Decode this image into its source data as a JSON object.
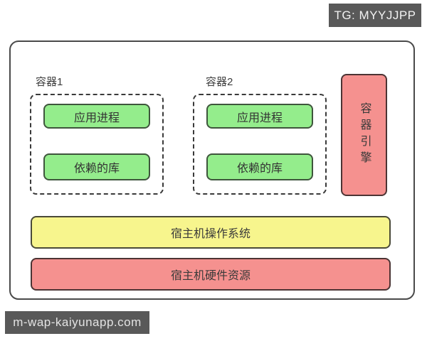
{
  "badges": {
    "tg": {
      "label": "TG: MYYJJPP",
      "bg": "#595959",
      "color": "#f2f2f2"
    },
    "watermark": {
      "label": "m-wap-kaiyunapp.com",
      "bg": "#595959",
      "color": "#e3e3e3"
    }
  },
  "diagram": {
    "title_hint": "container architecture stack",
    "containers": [
      {
        "label": "容器1",
        "boxes": [
          {
            "label": "应用进程"
          },
          {
            "label": "依赖的库"
          }
        ]
      },
      {
        "label": "容器2",
        "boxes": [
          {
            "label": "应用进程"
          },
          {
            "label": "依赖的库"
          }
        ]
      }
    ],
    "engine": {
      "label": "容器引擎",
      "color": "#f5918f"
    },
    "host_os": {
      "label": "宿主机操作系统",
      "color": "#f7f58d"
    },
    "host_hw": {
      "label": "宿主机硬件资源",
      "color": "#f5918f"
    },
    "colors": {
      "process_box_green": "#94ed8c",
      "engine_pink": "#f5918f",
      "os_yellow": "#f7f58d",
      "hw_pink": "#f5918f",
      "border_dark": "#3a3a3a",
      "badge_gray": "#595959"
    }
  }
}
